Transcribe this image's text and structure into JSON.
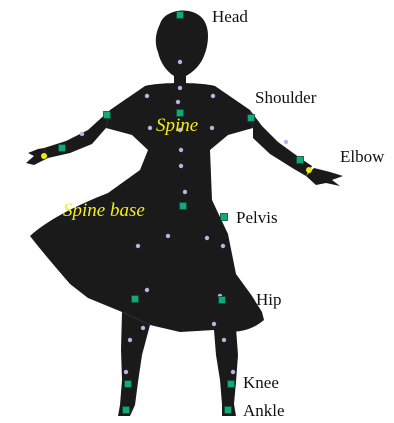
{
  "labels": {
    "head": "Head",
    "shoulder": "Shoulder",
    "elbow": "Elbow",
    "pelvis": "Pelvis",
    "hip": "Hip",
    "knee": "Knee",
    "ankle": "Ankle",
    "spine": "Spine",
    "spine_base": "Spine base"
  },
  "colors": {
    "silhouette": "#1a1a1a",
    "joint_marker": "#11a87a",
    "joint_marker_edge": "#064d36",
    "point_marker": "#b8b4e6",
    "hand_marker": "#f2e81a",
    "overlay_text": "#f5ee1a",
    "label_text": "#111111"
  }
}
